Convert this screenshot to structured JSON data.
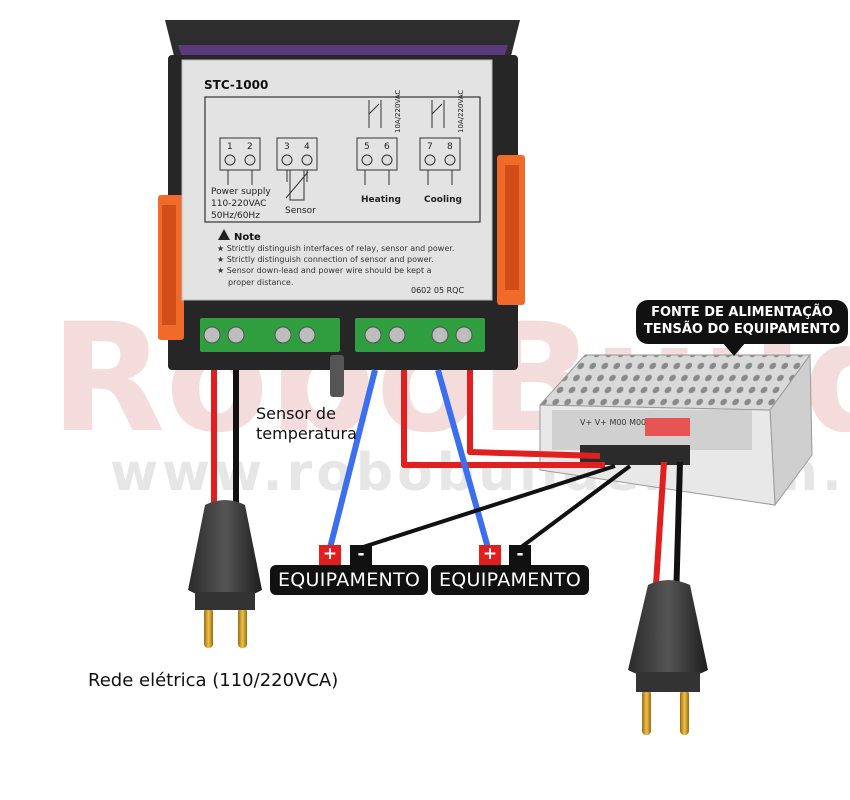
{
  "colors": {
    "live_wire": "#e11f1f",
    "neutral_wire": "#111111",
    "sensor_wire": "#3b6ff0",
    "bracket": "#f06a2a",
    "terminal": "#2f9e3f",
    "watermark": "#f3d6d6"
  },
  "watermark": {
    "top": "RoboBuilder",
    "bottom": "www.robobuilder.com.br"
  },
  "controller": {
    "model": "STC-1000",
    "terminals": [
      "1",
      "2",
      "3",
      "4",
      "5",
      "6",
      "7",
      "8"
    ],
    "relay_rating_1": "10A/220VAC",
    "relay_rating_2": "10A/220VAC",
    "power_label_1": "Power  supply",
    "power_label_2": "110-220VAC",
    "power_label_3": "50Hz/60Hz",
    "sensor_label": "Sensor",
    "heating_label": "Heating",
    "cooling_label": "Cooling",
    "note_title": "Note",
    "notes": [
      "Strictly distinguish interfaces of relay, sensor and power.",
      "Strictly distinguish connection of sensor and power.",
      "Sensor down-lead and power wire should be kept a"
    ],
    "note_continuation": "proper distance.",
    "code": "0602 05 RQC"
  },
  "psu": {
    "callout_line1": "FONTE DE ALIMENTAÇÃO",
    "callout_line2": "TENSÃO DO EQUIPAMENTO",
    "terminal_labels": "V+ V+ M00 M00"
  },
  "labels": {
    "sensor_line1": "Sensor de",
    "sensor_line2": "temperatura",
    "mains": "Rede elétrica (110/220VCA)",
    "equipment_1": "EQUIPAMENTO",
    "equipment_2": "EQUIPAMENTO",
    "plus": "+",
    "minus": "-"
  }
}
